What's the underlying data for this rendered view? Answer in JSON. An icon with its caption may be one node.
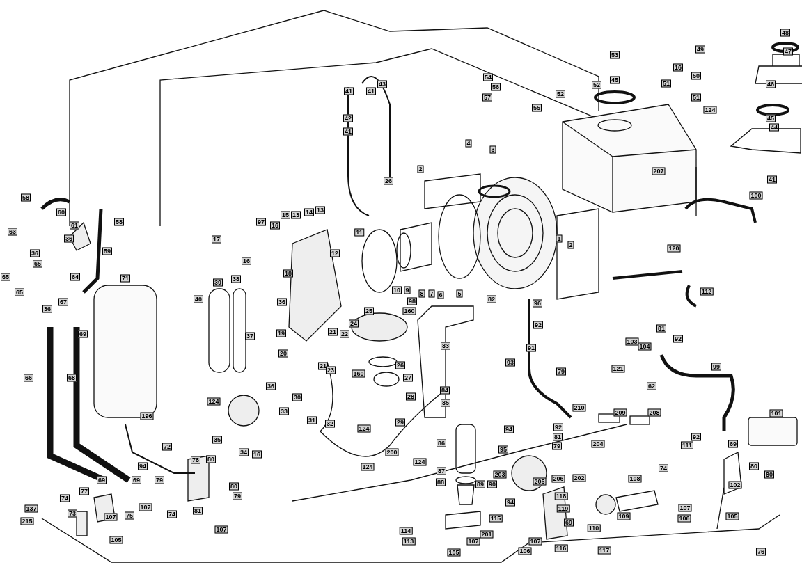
{
  "diagram": {
    "labels": [
      "48",
      "47",
      "49",
      "16",
      "50",
      "53",
      "45",
      "52",
      "52",
      "54",
      "43",
      "41",
      "41",
      "56",
      "57",
      "55",
      "51",
      "51",
      "46",
      "124",
      "45",
      "44",
      "42",
      "41",
      "4",
      "3",
      "207",
      "41",
      "2",
      "26",
      "58",
      "60",
      "61",
      "58",
      "63",
      "36",
      "36",
      "59",
      "65",
      "65",
      "65",
      "64",
      "15",
      "13",
      "14",
      "13",
      "16",
      "97",
      "17",
      "16",
      "12",
      "18",
      "11",
      "10",
      "9",
      "8",
      "7",
      "6",
      "5",
      "1",
      "2",
      "100",
      "120",
      "112",
      "71",
      "39",
      "38",
      "40",
      "36",
      "19",
      "37",
      "96",
      "92",
      "82",
      "98",
      "25",
      "160",
      "24",
      "36",
      "67",
      "69",
      "20",
      "21",
      "22",
      "21",
      "23",
      "26",
      "27",
      "160",
      "28",
      "83",
      "84",
      "85",
      "81",
      "92",
      "91",
      "103",
      "104",
      "121",
      "62",
      "99",
      "93",
      "79",
      "66",
      "68",
      "36",
      "124",
      "33",
      "30",
      "31",
      "32",
      "196",
      "210",
      "209",
      "208",
      "29",
      "124",
      "35",
      "34",
      "16",
      "92",
      "81",
      "94",
      "86",
      "79",
      "204",
      "95",
      "124",
      "200",
      "124",
      "72",
      "94",
      "79",
      "78",
      "80",
      "80",
      "79",
      "69",
      "69",
      "77",
      "74",
      "107",
      "73",
      "107",
      "75",
      "74",
      "81",
      "107",
      "137",
      "215",
      "105",
      "87",
      "88",
      "89",
      "90",
      "203",
      "205",
      "206",
      "202",
      "111",
      "92",
      "69",
      "101",
      "80",
      "80",
      "74",
      "108",
      "102",
      "118",
      "119",
      "94",
      "115",
      "109",
      "110",
      "107",
      "105",
      "106",
      "69",
      "114",
      "107",
      "201",
      "113",
      "107",
      "105",
      "106",
      "116",
      "117",
      "76"
    ]
  }
}
